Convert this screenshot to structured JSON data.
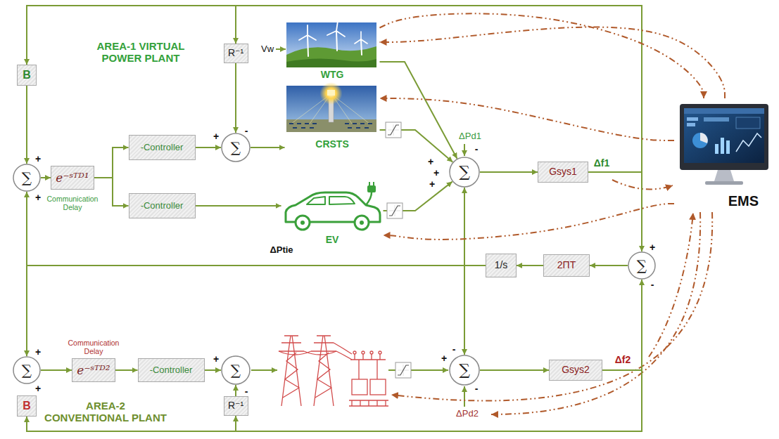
{
  "diagram": {
    "nodes": [
      {
        "text": [
          "B"
        ]
      },
      {
        "text": [
          "R⁻¹"
        ]
      },
      {
        "text": [
          "WTG"
        ]
      },
      {
        "text": [
          "∑"
        ]
      },
      {
        "text": [
          "e⁻ˢᵀᴰ¹"
        ]
      },
      {
        "text": [
          "-Controller"
        ]
      },
      {
        "text": [
          "∑"
        ]
      },
      {
        "text": [
          "CRSTS"
        ]
      },
      {
        "text": [
          "-Controller"
        ]
      },
      {
        "text": [
          "EV"
        ]
      },
      {
        "text": [
          "∑"
        ]
      },
      {
        "text": [
          "Gsys1"
        ]
      },
      {
        "text": [
          "EMS"
        ]
      },
      {
        "text": [
          "1/s"
        ]
      },
      {
        "text": [
          "2ΠT"
        ]
      },
      {
        "text": [
          "∑"
        ]
      },
      {
        "text": [
          "∑"
        ]
      },
      {
        "text": [
          "e⁻ˢᵀᴰ²"
        ]
      },
      {
        "text": [
          "-Controller"
        ]
      },
      {
        "text": [
          "∑"
        ]
      },
      {
        "text": [
          "∑"
        ]
      },
      {
        "text": [
          "Gsys2"
        ]
      },
      {
        "text": [
          "R⁻¹"
        ]
      },
      {
        "text": [
          "B"
        ]
      }
    ],
    "edges": [
      {
        "from": 0,
        "to": 3,
        "arrow": "to"
      },
      {
        "from": 3,
        "to": 4,
        "arrow": "to"
      },
      {
        "from": 4,
        "to": 5,
        "arrow": "to"
      },
      {
        "from": 4,
        "to": 8,
        "arrow": "to"
      },
      {
        "from": 5,
        "to": 6,
        "arrow": "to"
      },
      {
        "from": 1,
        "to": 6,
        "arrow": "to"
      },
      {
        "from": 6,
        "to": 7,
        "arrow": "to"
      },
      {
        "from": 2,
        "to": 10,
        "arrow": "to"
      },
      {
        "from": 7,
        "to": 10,
        "arrow": "to"
      },
      {
        "from": 8,
        "to": 9,
        "arrow": "to"
      },
      {
        "from": 9,
        "to": 10,
        "arrow": "to"
      },
      {
        "from": 10,
        "to": 11,
        "arrow": "to"
      },
      {
        "from": 11,
        "to": 15,
        "arrow": "to"
      },
      {
        "from": 11,
        "to": 0,
        "arrow": "to"
      },
      {
        "from": 11,
        "to": 1,
        "arrow": "to"
      },
      {
        "from": 15,
        "to": 14,
        "arrow": "to"
      },
      {
        "from": 14,
        "to": 13,
        "arrow": "to"
      },
      {
        "from": 13,
        "to": 3,
        "arrow": "to"
      },
      {
        "from": 13,
        "to": 16,
        "arrow": "to"
      },
      {
        "from": 13,
        "to": 10,
        "arrow": "to"
      },
      {
        "from": 13,
        "to": 20,
        "arrow": "to"
      },
      {
        "from": 16,
        "to": 17,
        "arrow": "to"
      },
      {
        "from": 17,
        "to": 18,
        "arrow": "to"
      },
      {
        "from": 18,
        "to": 19,
        "arrow": "to"
      },
      {
        "from": 22,
        "to": 19,
        "arrow": "to"
      },
      {
        "from": 20,
        "to": 21,
        "arrow": "to"
      },
      {
        "from": 21,
        "to": 15,
        "arrow": "to"
      },
      {
        "from": 21,
        "to": 23,
        "arrow": "to"
      },
      {
        "from": 21,
        "to": 22,
        "arrow": "to"
      },
      {
        "from": 12,
        "to": 2,
        "arrow": "to"
      },
      {
        "from": 2,
        "to": 12,
        "arrow": "to"
      },
      {
        "from": 12,
        "to": 7,
        "arrow": "to"
      },
      {
        "from": 12,
        "to": 9,
        "arrow": "to"
      }
    ],
    "labels": [
      "AREA-1 VIRTUAL POWER PLANT",
      "Vw",
      "Communication Delay",
      "ΔPd1",
      "Δf1",
      "ΔPtie",
      "Communication Delay",
      "Δf2",
      "AREA-2 CONVENTIONAL PLANT",
      "ΔPd2",
      "+",
      "+",
      "+",
      "-",
      "+",
      "+",
      "+",
      "-",
      "+",
      "-",
      "+",
      "+",
      "+",
      "-",
      "+",
      "-",
      "-"
    ]
  }
}
